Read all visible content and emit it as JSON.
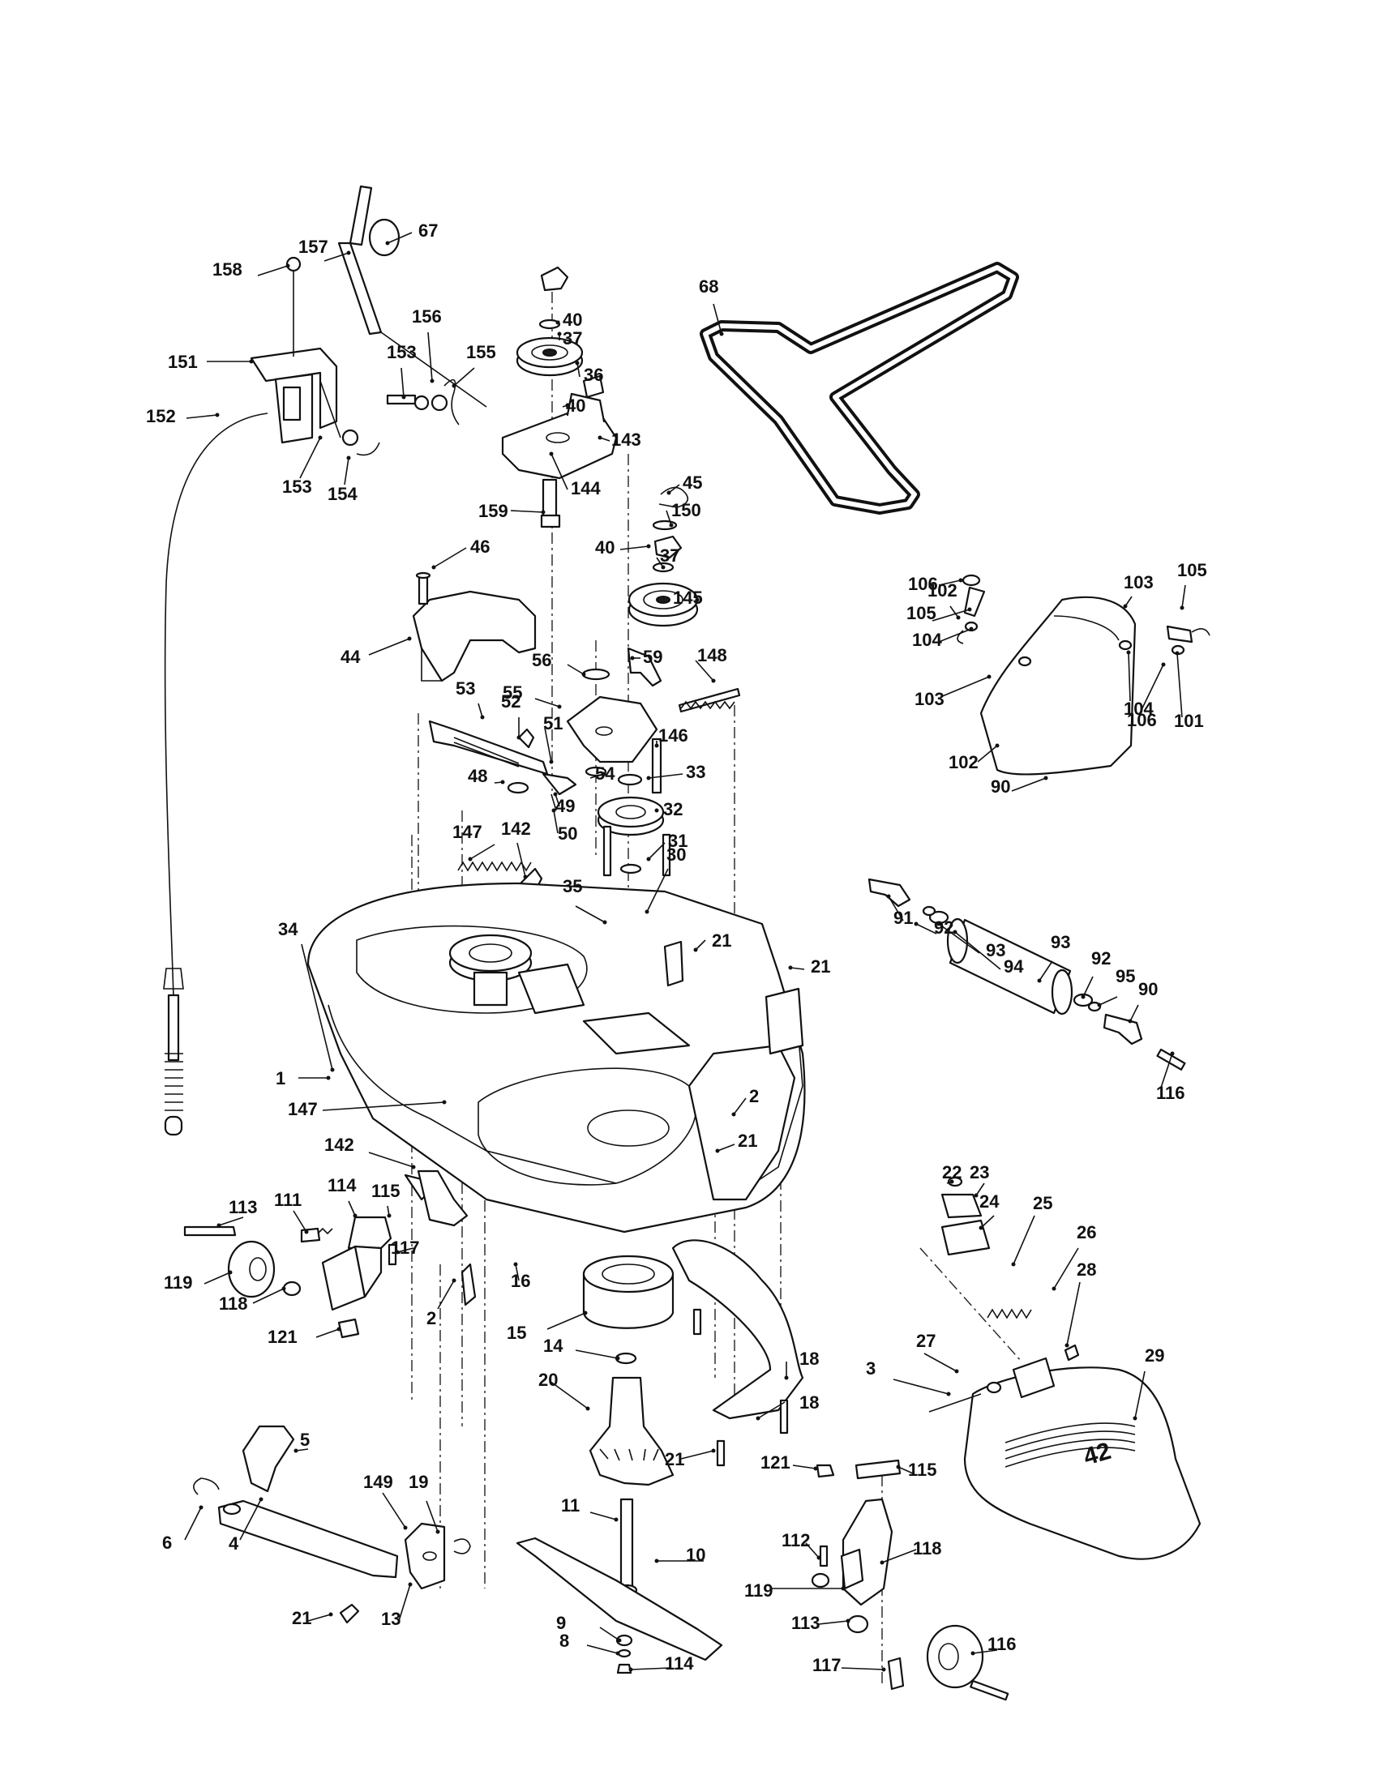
{
  "callouts": [
    {
      "n": "67"
    },
    {
      "n": "157"
    },
    {
      "n": "158"
    },
    {
      "n": "151"
    },
    {
      "n": "156"
    },
    {
      "n": "153"
    },
    {
      "n": "155"
    },
    {
      "n": "152"
    },
    {
      "n": "153"
    },
    {
      "n": "154"
    },
    {
      "n": "40"
    },
    {
      "n": "37"
    },
    {
      "n": "36"
    },
    {
      "n": "40"
    },
    {
      "n": "143"
    },
    {
      "n": "144"
    },
    {
      "n": "159"
    },
    {
      "n": "68"
    },
    {
      "n": "45"
    },
    {
      "n": "150"
    },
    {
      "n": "40"
    },
    {
      "n": "37"
    },
    {
      "n": "145"
    },
    {
      "n": "46"
    },
    {
      "n": "44"
    },
    {
      "n": "56"
    },
    {
      "n": "59"
    },
    {
      "n": "148"
    },
    {
      "n": "55"
    },
    {
      "n": "53"
    },
    {
      "n": "52"
    },
    {
      "n": "51"
    },
    {
      "n": "146"
    },
    {
      "n": "54"
    },
    {
      "n": "33"
    },
    {
      "n": "48"
    },
    {
      "n": "49"
    },
    {
      "n": "50"
    },
    {
      "n": "32"
    },
    {
      "n": "147"
    },
    {
      "n": "142"
    },
    {
      "n": "31"
    },
    {
      "n": "30"
    },
    {
      "n": "35"
    },
    {
      "n": "34"
    },
    {
      "n": "21"
    },
    {
      "n": "21"
    },
    {
      "n": "1"
    },
    {
      "n": "147"
    },
    {
      "n": "2"
    },
    {
      "n": "21"
    },
    {
      "n": "142"
    },
    {
      "n": "106"
    },
    {
      "n": "102"
    },
    {
      "n": "103"
    },
    {
      "n": "105"
    },
    {
      "n": "105"
    },
    {
      "n": "104"
    },
    {
      "n": "103"
    },
    {
      "n": "104"
    },
    {
      "n": "106"
    },
    {
      "n": "101"
    },
    {
      "n": "102"
    },
    {
      "n": "90"
    },
    {
      "n": "91"
    },
    {
      "n": "92"
    },
    {
      "n": "93"
    },
    {
      "n": "94"
    },
    {
      "n": "93"
    },
    {
      "n": "92"
    },
    {
      "n": "95"
    },
    {
      "n": "90"
    },
    {
      "n": "116"
    },
    {
      "n": "113"
    },
    {
      "n": "111"
    },
    {
      "n": "114"
    },
    {
      "n": "115"
    },
    {
      "n": "117"
    },
    {
      "n": "119"
    },
    {
      "n": "118"
    },
    {
      "n": "121"
    },
    {
      "n": "2"
    },
    {
      "n": "16"
    },
    {
      "n": "15"
    },
    {
      "n": "14"
    },
    {
      "n": "20"
    },
    {
      "n": "18"
    },
    {
      "n": "18"
    },
    {
      "n": "21"
    },
    {
      "n": "22"
    },
    {
      "n": "23"
    },
    {
      "n": "24"
    },
    {
      "n": "25"
    },
    {
      "n": "26"
    },
    {
      "n": "28"
    },
    {
      "n": "27"
    },
    {
      "n": "29"
    },
    {
      "n": "3"
    },
    {
      "n": "5"
    },
    {
      "n": "6"
    },
    {
      "n": "4"
    },
    {
      "n": "149"
    },
    {
      "n": "19"
    },
    {
      "n": "21"
    },
    {
      "n": "13"
    },
    {
      "n": "11"
    },
    {
      "n": "10"
    },
    {
      "n": "9"
    },
    {
      "n": "8"
    },
    {
      "n": "114"
    },
    {
      "n": "121"
    },
    {
      "n": "115"
    },
    {
      "n": "112"
    },
    {
      "n": "118"
    },
    {
      "n": "119"
    },
    {
      "n": "113"
    },
    {
      "n": "117"
    },
    {
      "n": "116"
    }
  ],
  "deck_marking": "42"
}
